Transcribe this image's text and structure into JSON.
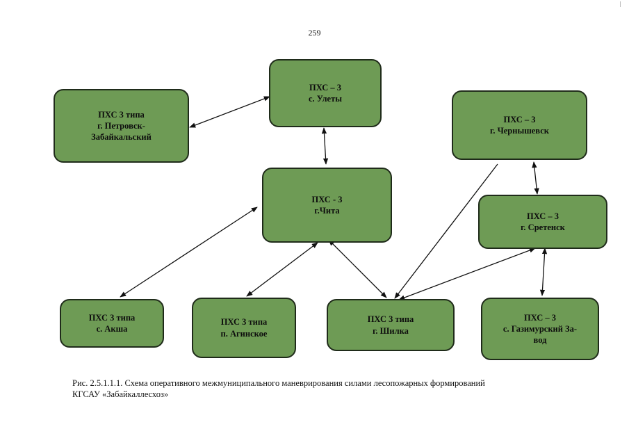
{
  "page_number": "259",
  "nodes": [
    {
      "id": "ulety",
      "lines": [
        "ПХС – 3",
        "с. Улеты"
      ]
    },
    {
      "id": "petrovsk",
      "lines": [
        "ПХС 3 типа",
        "г. Петровск-",
        "Забайкальский"
      ]
    },
    {
      "id": "chita",
      "lines": [
        "ПХС - 3",
        "г.Чита"
      ]
    },
    {
      "id": "chernyshevsk",
      "lines": [
        "ПХС – 3",
        "г. Чернышевск"
      ]
    },
    {
      "id": "sretensk",
      "lines": [
        "ПХС – 3",
        "г. Сретенск"
      ]
    },
    {
      "id": "aksha",
      "lines": [
        "ПХС 3 типа",
        "с. Акша"
      ]
    },
    {
      "id": "aginskoe",
      "lines": [
        "ПХС 3 типа",
        "п. Агинское"
      ]
    },
    {
      "id": "shilka",
      "lines": [
        "ПХС 3 типа",
        "г. Шилка"
      ]
    },
    {
      "id": "gazimur",
      "lines": [
        "ПХС – 3",
        "с. Газимурский За-",
        "вод"
      ]
    }
  ],
  "edges": [
    {
      "from": "petrovsk",
      "to": "ulety",
      "directed": "both"
    },
    {
      "from": "ulety",
      "to": "chita",
      "directed": "both"
    },
    {
      "from": "chita",
      "to": "aksha",
      "directed": "both"
    },
    {
      "from": "chita",
      "to": "aginskoe",
      "directed": "both"
    },
    {
      "from": "chita",
      "to": "shilka",
      "directed": "both"
    },
    {
      "from": "chernyshevsk",
      "to": "sretensk",
      "directed": "both"
    },
    {
      "from": "chernyshevsk",
      "to": "shilka",
      "directed": "to"
    },
    {
      "from": "sretensk",
      "to": "shilka",
      "directed": "both"
    },
    {
      "from": "sretensk",
      "to": "gazimur",
      "directed": "both"
    }
  ],
  "caption": {
    "line1": "Рис. 2.5.1.1.1. Схема оперативного межмуниципального маневрирования силами лесопожарных формирований",
    "line2": "КГСАУ «Забайкаллесхоз»"
  }
}
